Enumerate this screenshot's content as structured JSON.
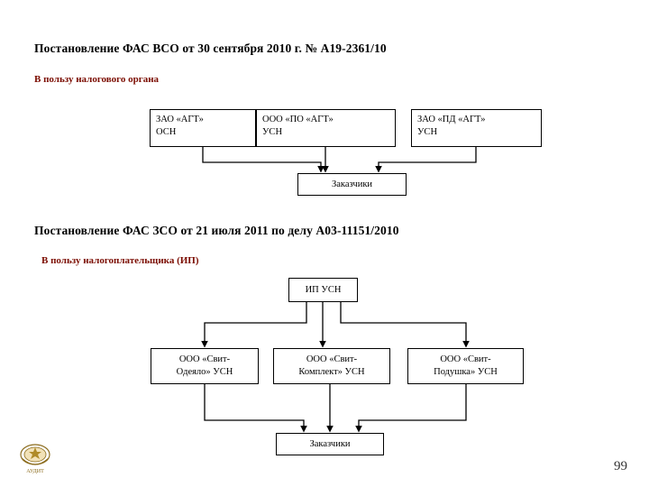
{
  "slide": {
    "page_number": "99",
    "section1": {
      "title": "Постановление ФАС ВСО от 30 сентября 2010 г. № А19-2361/10",
      "subtitle": "В пользу налогового органа",
      "subtitle_color": "#7b0c00",
      "boxes": [
        {
          "line1": "ЗАО «АГТ»",
          "line2": "ОСН"
        },
        {
          "line1": "ООО «ПО «АГТ»",
          "line2": "УСН"
        },
        {
          "line1": "ЗАО «ПД «АГТ»",
          "line2": "УСН"
        }
      ],
      "bottom_box": "Заказчики"
    },
    "section2": {
      "title": "Постановление ФАС ЗСО от 21 июля 2011 по делу А03-11151/2010",
      "subtitle": "В пользу налогоплательщика (ИП)",
      "subtitle_color": "#7b0c00",
      "top_box": "ИП УСН",
      "boxes": [
        {
          "line1": "ООО «Свит-",
          "line2": "Одеяло» УСН"
        },
        {
          "line1": "ООО «Свит-",
          "line2": "Комплект» УСН"
        },
        {
          "line1": "ООО «Свит-",
          "line2": "Подушка» УСН"
        }
      ],
      "bottom_box": "Заказчики"
    }
  }
}
